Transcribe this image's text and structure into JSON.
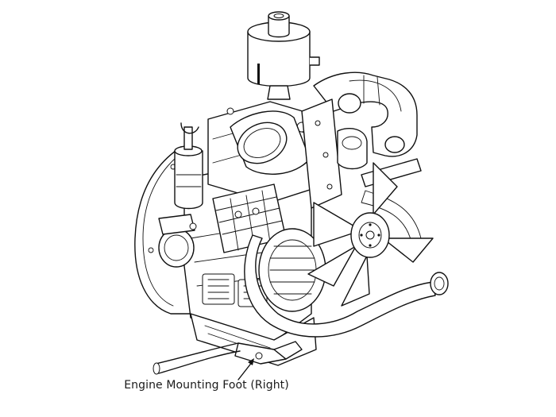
{
  "figure": {
    "subject": "engine-line-drawing",
    "callouts": [
      {
        "label": "Engine Mounting Foot (Right)",
        "target": "mounting-foot-right"
      }
    ],
    "colors": {
      "line": "#111111",
      "background": "#ffffff"
    }
  }
}
